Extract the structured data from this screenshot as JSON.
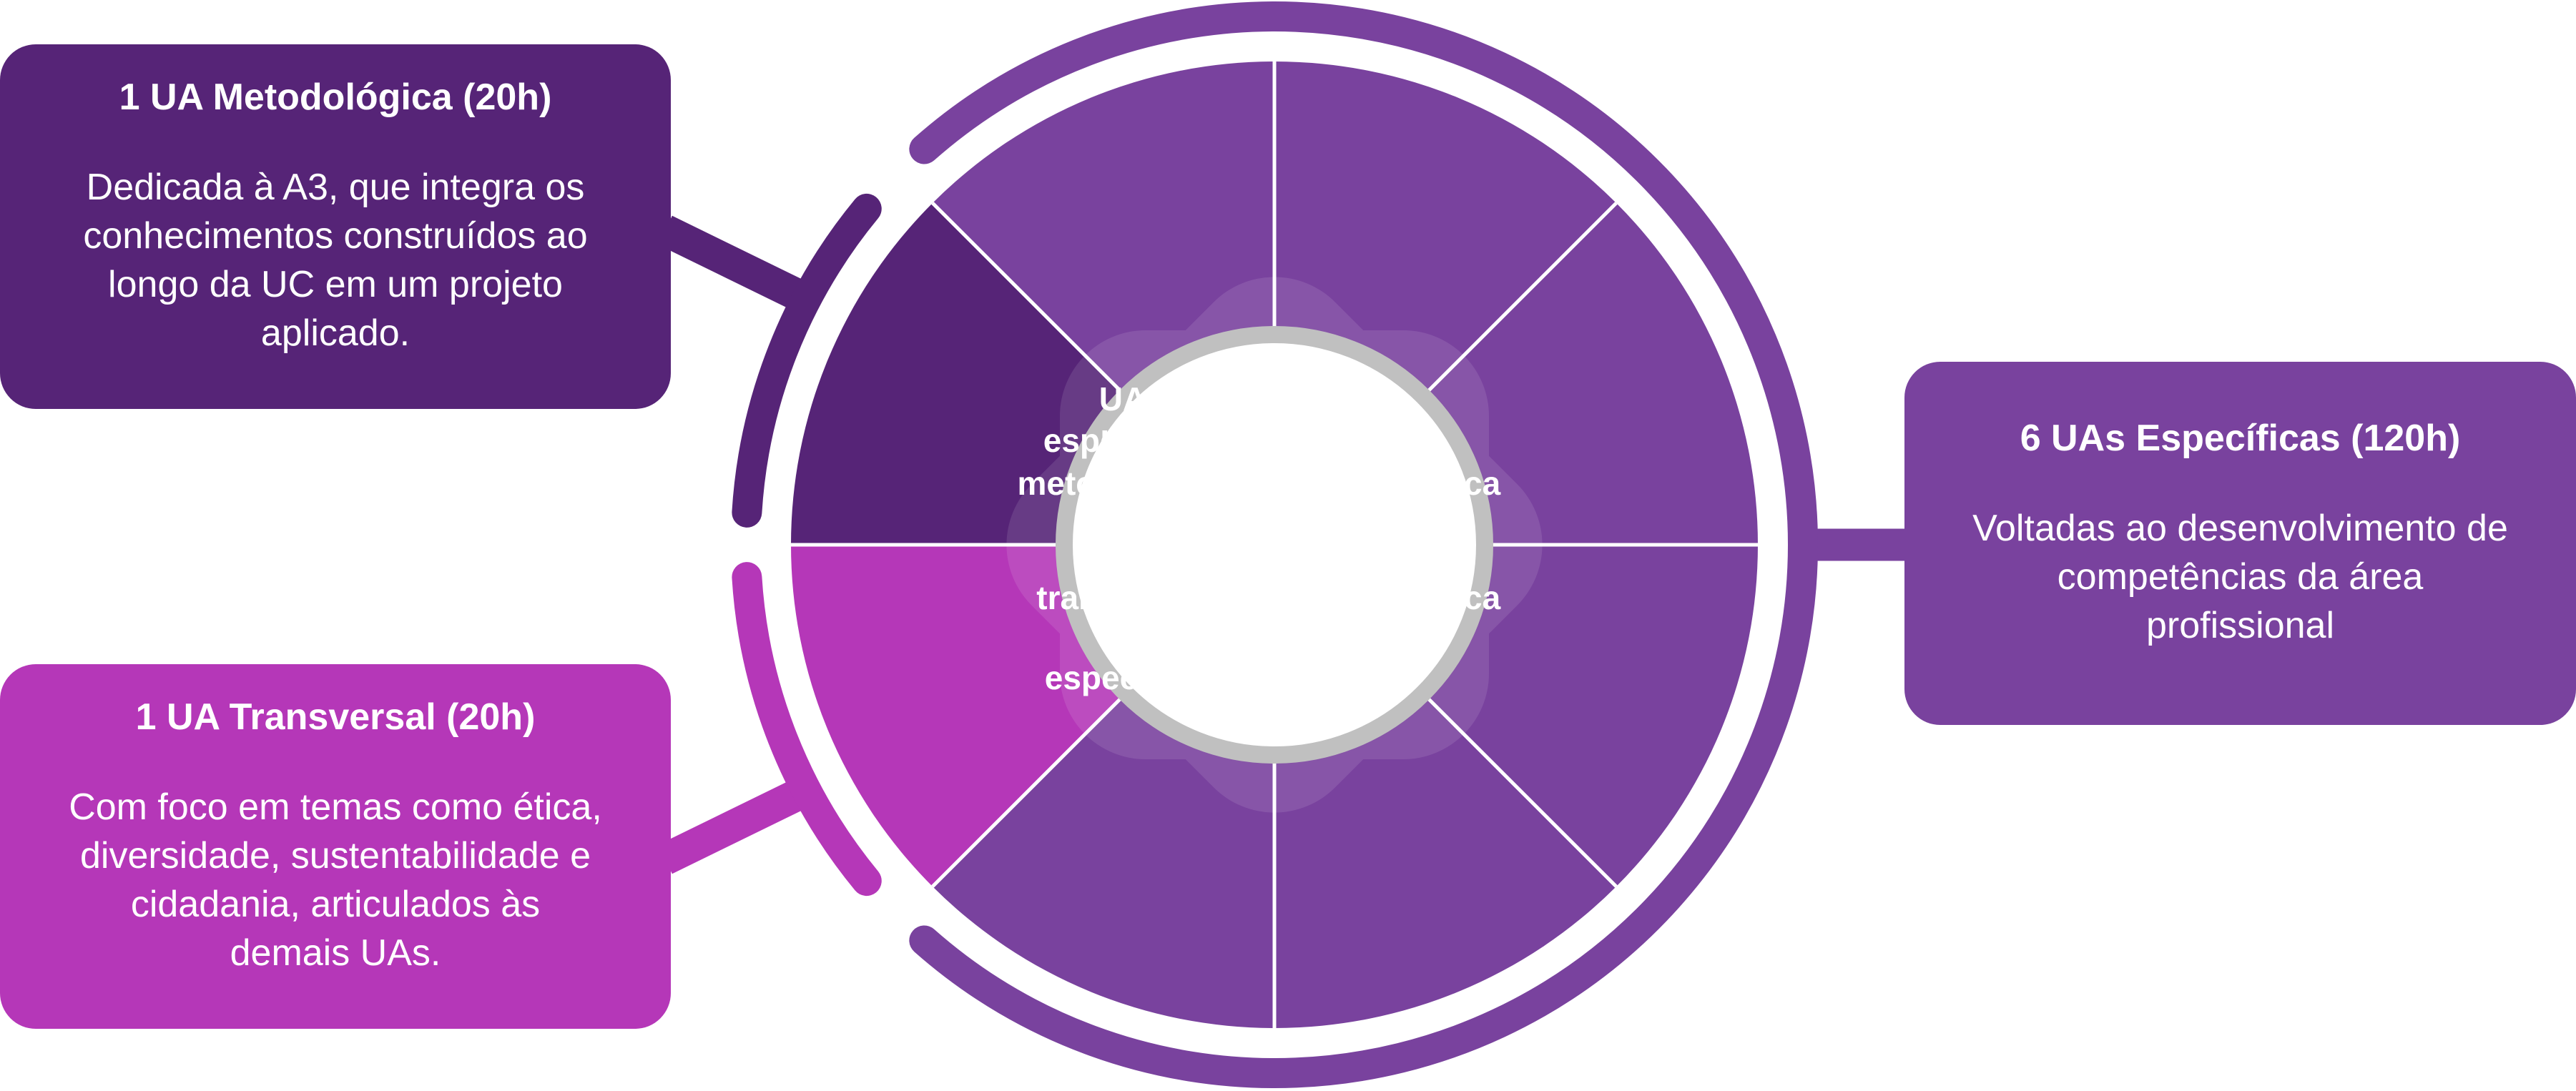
{
  "colors": {
    "metodologica": "#562477",
    "transversal": "#b537b8",
    "especifica": "#79429e",
    "center_ring": "#c0c0c0",
    "star_overlay": "#ffffff",
    "divider": "#ffffff"
  },
  "boxes": {
    "metodologica": {
      "title": "1 UA Metodológica (20h)",
      "description": "Dedicada à A3, que integra os\nconhecimentos construídos ao\nlongo da UC em um projeto\naplicado."
    },
    "transversal": {
      "title": "1 UA Transversal (20h)",
      "description": "Com foco em temas como ética,\ndiversidade, sustentabilidade e\ncidadania, articulados às\ndemais UAs."
    },
    "especificas": {
      "title": "6 UAs Específicas (120h)",
      "description": "Voltadas ao desenvolvimento de\ncompetências da área\nprofissional"
    }
  },
  "wheel": {
    "segments": [
      {
        "id": "top-left",
        "line1": "UA",
        "line2": "específica",
        "type": "especifica"
      },
      {
        "id": "top-right",
        "line1": "UA",
        "line2": "específica",
        "type": "especifica"
      },
      {
        "id": "right-upper",
        "line1": "UA",
        "line2": "específica",
        "type": "especifica"
      },
      {
        "id": "right-lower",
        "line1": "UA",
        "line2": "específica",
        "type": "especifica"
      },
      {
        "id": "bottom-right",
        "line1": "UA",
        "line2": "específica",
        "type": "especifica"
      },
      {
        "id": "bottom-left",
        "line1": "UA",
        "line2": "específica",
        "type": "especifica"
      },
      {
        "id": "left-lower",
        "line1": "UA",
        "line2": "transversal",
        "type": "transversal"
      },
      {
        "id": "left-upper",
        "line1": "UA",
        "line2": "metodológica",
        "type": "metodologica"
      }
    ]
  }
}
